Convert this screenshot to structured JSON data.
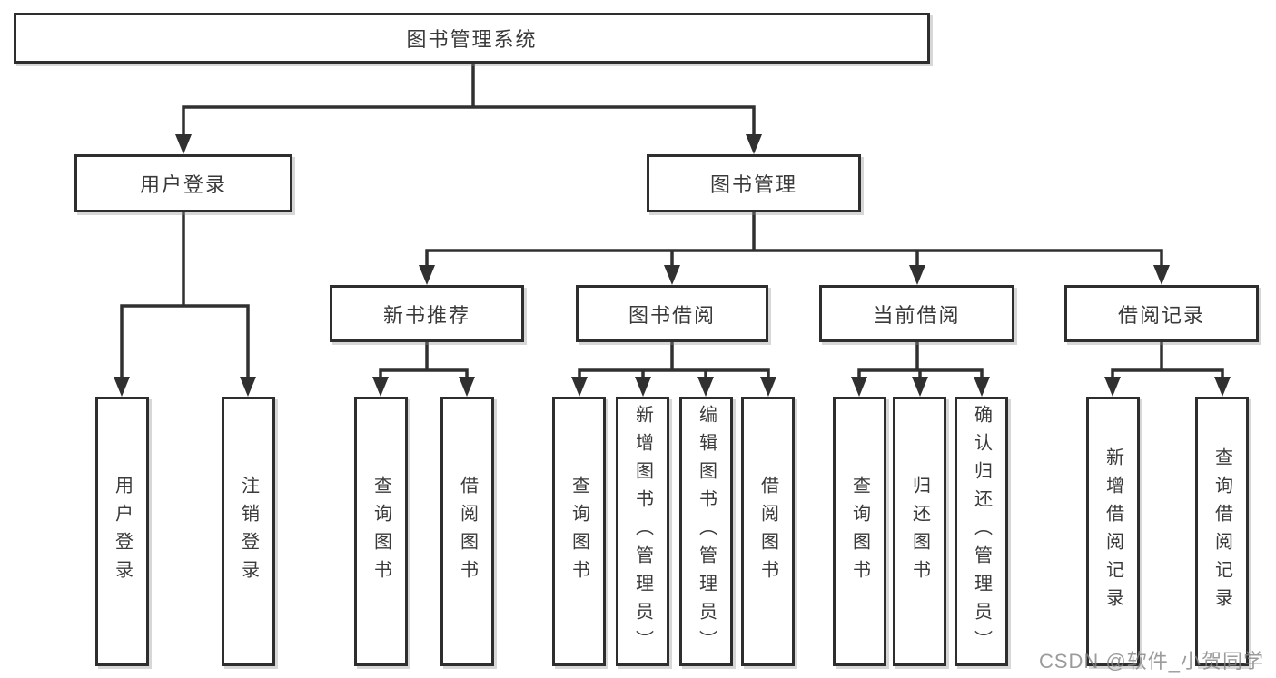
{
  "tree": {
    "label": "图书管理系统",
    "children": [
      {
        "label": "用户登录",
        "children": [
          {
            "label": "用户登录"
          },
          {
            "label": "注销登录"
          }
        ]
      },
      {
        "label": "图书管理",
        "children": [
          {
            "label": "新书推荐",
            "children": [
              {
                "label": "查询图书"
              },
              {
                "label": "借阅图书"
              }
            ]
          },
          {
            "label": "图书借阅",
            "children": [
              {
                "label": "查询图书"
              },
              {
                "label": "新增图书（管理员）"
              },
              {
                "label": "编辑图书（管理员）"
              },
              {
                "label": "借阅图书"
              }
            ]
          },
          {
            "label": "当前借阅",
            "children": [
              {
                "label": "查询图书"
              },
              {
                "label": "归还图书"
              },
              {
                "label": "确认归还（管理员）"
              }
            ]
          },
          {
            "label": "借阅记录",
            "children": [
              {
                "label": "新增借阅记录"
              },
              {
                "label": "查询借阅记录"
              }
            ]
          }
        ]
      }
    ]
  },
  "watermark": {
    "text": "CSDN @软件_小贺同学"
  },
  "style": {
    "line_color": "#303030",
    "box_border_color": "#2e2e2e",
    "text_color": "#3a3a3a",
    "watermark_color": "#858585",
    "background": "#ffffff"
  }
}
